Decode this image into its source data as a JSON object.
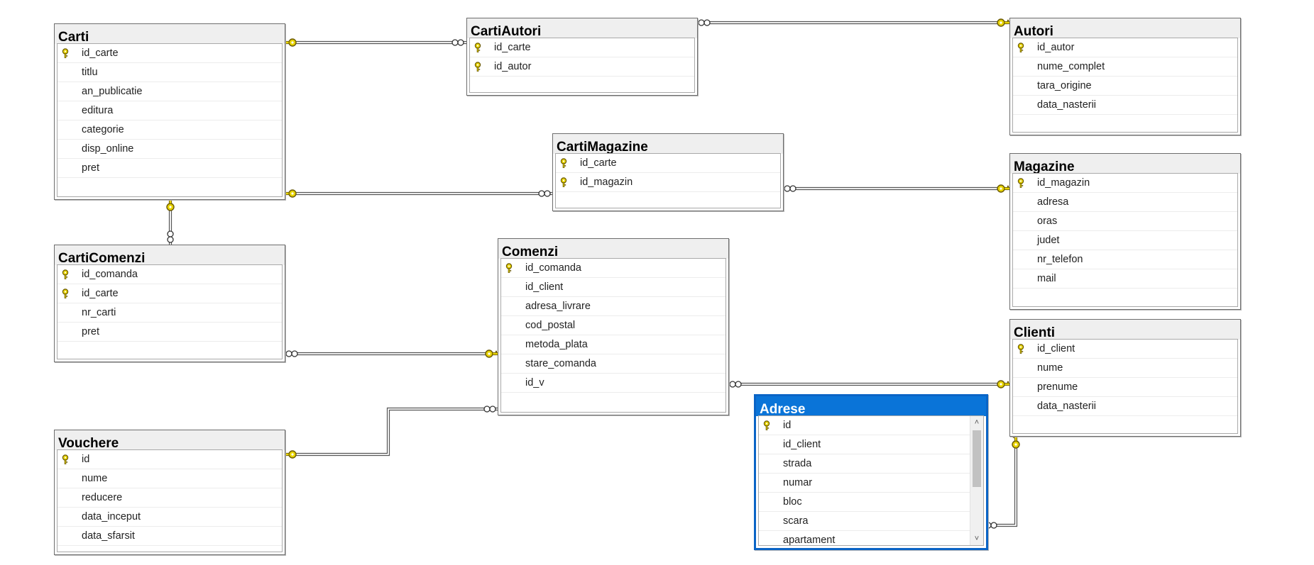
{
  "colors": {
    "key": "#e8d400",
    "key_stroke": "#6b5a00",
    "line": "#555555",
    "selected": "#0a74d8"
  },
  "icons": {
    "primary_key": "key-icon",
    "one_end": "key-endpoint-icon",
    "many_end": "infinity-endpoint-icon",
    "scroll_up": "chevron-up-icon",
    "scroll_down": "chevron-down-icon"
  },
  "tables": [
    {
      "id": "carti",
      "title": "Carti",
      "columns": [
        {
          "name": "id_carte",
          "pk": true
        },
        {
          "name": "titlu",
          "pk": false
        },
        {
          "name": "an_publicatie",
          "pk": false
        },
        {
          "name": "editura",
          "pk": false
        },
        {
          "name": "categorie",
          "pk": false
        },
        {
          "name": "disp_online",
          "pk": false
        },
        {
          "name": "pret",
          "pk": false
        }
      ]
    },
    {
      "id": "cartiautori",
      "title": "CartiAutori",
      "columns": [
        {
          "name": "id_carte",
          "pk": true
        },
        {
          "name": "id_autor",
          "pk": true
        }
      ]
    },
    {
      "id": "autori",
      "title": "Autori",
      "columns": [
        {
          "name": "id_autor",
          "pk": true
        },
        {
          "name": "nume_complet",
          "pk": false
        },
        {
          "name": "tara_origine",
          "pk": false
        },
        {
          "name": "data_nasterii",
          "pk": false
        }
      ]
    },
    {
      "id": "cartimagazine",
      "title": "CartiMagazine",
      "columns": [
        {
          "name": "id_carte",
          "pk": true
        },
        {
          "name": "id_magazin",
          "pk": true
        }
      ]
    },
    {
      "id": "magazine",
      "title": "Magazine",
      "columns": [
        {
          "name": "id_magazin",
          "pk": true
        },
        {
          "name": "adresa",
          "pk": false
        },
        {
          "name": "oras",
          "pk": false
        },
        {
          "name": "judet",
          "pk": false
        },
        {
          "name": "nr_telefon",
          "pk": false
        },
        {
          "name": "mail",
          "pk": false
        }
      ]
    },
    {
      "id": "carticomenzi",
      "title": "CartiComenzi",
      "columns": [
        {
          "name": "id_comanda",
          "pk": true
        },
        {
          "name": "id_carte",
          "pk": true
        },
        {
          "name": "nr_carti",
          "pk": false
        },
        {
          "name": "pret",
          "pk": false
        }
      ]
    },
    {
      "id": "comenzi",
      "title": "Comenzi",
      "columns": [
        {
          "name": "id_comanda",
          "pk": true
        },
        {
          "name": "id_client",
          "pk": false
        },
        {
          "name": "adresa_livrare",
          "pk": false
        },
        {
          "name": "cod_postal",
          "pk": false
        },
        {
          "name": "metoda_plata",
          "pk": false
        },
        {
          "name": "stare_comanda",
          "pk": false
        },
        {
          "name": "id_v",
          "pk": false
        }
      ]
    },
    {
      "id": "clienti",
      "title": "Clienti",
      "columns": [
        {
          "name": "id_client",
          "pk": true
        },
        {
          "name": "nume",
          "pk": false
        },
        {
          "name": "prenume",
          "pk": false
        },
        {
          "name": "data_nasterii",
          "pk": false
        }
      ]
    },
    {
      "id": "vouchere",
      "title": "Vouchere",
      "columns": [
        {
          "name": "id",
          "pk": true
        },
        {
          "name": "nume",
          "pk": false
        },
        {
          "name": "reducere",
          "pk": false
        },
        {
          "name": "data_inceput",
          "pk": false
        },
        {
          "name": "data_sfarsit",
          "pk": false
        }
      ]
    },
    {
      "id": "adrese",
      "title": "Adrese",
      "selected": true,
      "scrollable": true,
      "columns": [
        {
          "name": "id",
          "pk": true
        },
        {
          "name": "id_client",
          "pk": false
        },
        {
          "name": "strada",
          "pk": false
        },
        {
          "name": "numar",
          "pk": false
        },
        {
          "name": "bloc",
          "pk": false
        },
        {
          "name": "scara",
          "pk": false
        },
        {
          "name": "apartament",
          "pk": false
        }
      ]
    }
  ],
  "relationships": [
    {
      "id": "carti-cartiautori",
      "one": "carti",
      "many": "cartiautori"
    },
    {
      "id": "autori-cartiautori",
      "one": "autori",
      "many": "cartiautori"
    },
    {
      "id": "carti-cartimagazine",
      "one": "carti",
      "many": "cartimagazine"
    },
    {
      "id": "magazine-cartimagazine",
      "one": "magazine",
      "many": "cartimagazine"
    },
    {
      "id": "carti-carticomenzi",
      "one": "carti",
      "many": "carticomenzi"
    },
    {
      "id": "comenzi-carticomenzi",
      "one": "comenzi",
      "many": "carticomenzi"
    },
    {
      "id": "vouchere-comenzi",
      "one": "vouchere",
      "many": "comenzi"
    },
    {
      "id": "clienti-comenzi",
      "one": "clienti",
      "many": "comenzi"
    },
    {
      "id": "clienti-adrese",
      "one": "clienti",
      "many": "adrese"
    }
  ]
}
